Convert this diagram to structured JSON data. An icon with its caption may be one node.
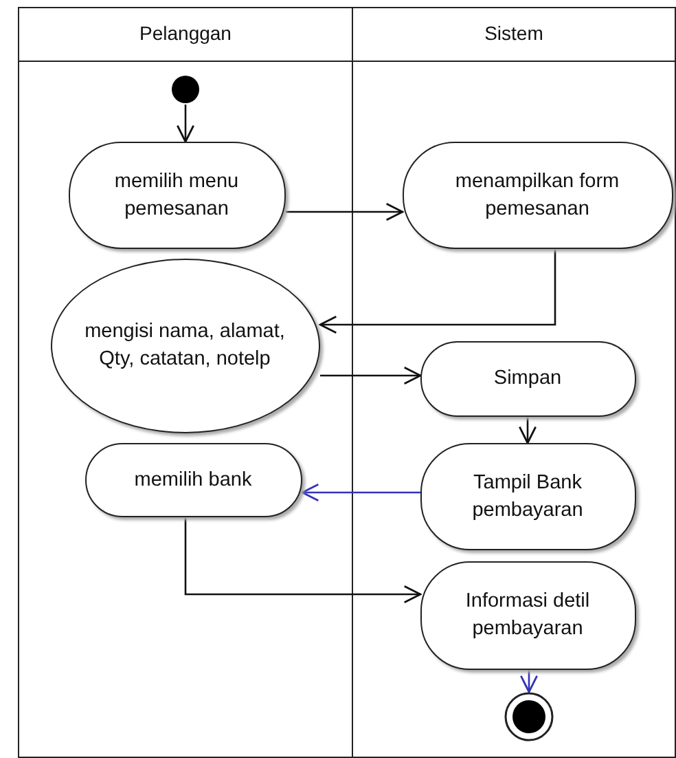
{
  "diagram": {
    "nodes": [
      {
        "text": [
          "Pelanggan"
        ]
      },
      {
        "text": [
          "Sistem"
        ]
      },
      {
        "text": [],
        "shape": "circle",
        "in": 0
      },
      {
        "text": [
          "memilih menu pemesanan"
        ],
        "in": 0
      },
      {
        "text": [
          "menampilkan form pemesanan"
        ],
        "in": 1
      },
      {
        "text": [
          "mengisi nama, alamat, Qty, catatan, notelp"
        ],
        "in": 0
      },
      {
        "text": [
          "Simpan"
        ],
        "in": 1
      },
      {
        "text": [
          "memilih bank"
        ],
        "in": 0
      },
      {
        "text": [
          "Tampil Bank pembayaran"
        ],
        "in": 1
      },
      {
        "text": [
          "Informasi detil pembayaran"
        ],
        "in": 1
      },
      {
        "text": [],
        "shape": "circle",
        "in": 1
      }
    ],
    "edges": [
      {
        "from": 2,
        "to": 3,
        "arrow": "to"
      },
      {
        "from": 3,
        "to": 4,
        "arrow": "to"
      },
      {
        "from": 4,
        "to": 5,
        "arrow": "to"
      },
      {
        "from": 5,
        "to": 6,
        "arrow": "to"
      },
      {
        "from": 6,
        "to": 8,
        "arrow": "to"
      },
      {
        "from": 8,
        "to": 7,
        "arrow": "to",
        "color": "#3333bb"
      },
      {
        "from": 7,
        "to": 9,
        "arrow": "to"
      },
      {
        "from": 9,
        "to": 10,
        "arrow": "to",
        "color": "#3333bb"
      }
    ]
  }
}
